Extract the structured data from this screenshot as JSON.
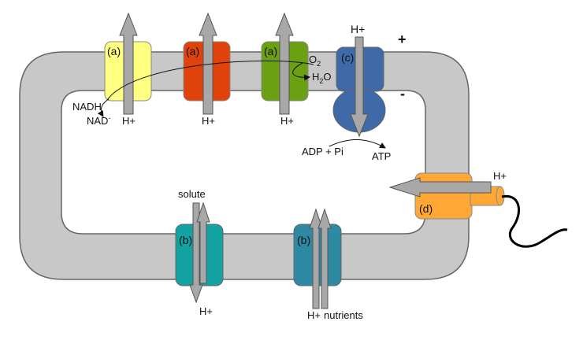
{
  "proteins": {
    "a1": {
      "tag": "(a)",
      "color": "#ffff80",
      "ion": "H+"
    },
    "a2": {
      "tag": "(a)",
      "color": "#e0420c",
      "ion": "H+"
    },
    "a3": {
      "tag": "(a)",
      "color": "#6aa012",
      "ion": "H+"
    },
    "c": {
      "tag": "(c)",
      "color": "#3f6aa8",
      "ion": "H+"
    },
    "d": {
      "tag": "(d)",
      "color": "#ffa836",
      "ion": "H+"
    },
    "b1": {
      "tag": "(b)",
      "color": "#13a3a3",
      "ion": "H+",
      "cargo": "solute"
    },
    "b2": {
      "tag": "(b)",
      "color": "#2e8aa3",
      "ion": "H+",
      "cargo": "nutrients"
    }
  },
  "labels": {
    "nadh": "NADH",
    "nad": "NAD",
    "nad_sup": "-",
    "o2_base": "O",
    "o2_sub": "2",
    "h2o_pre": "H",
    "h2o_sub": "2",
    "h2o_post": "O",
    "adp_pi": "ADP + Pi",
    "atp": "ATP",
    "plus_sign": "+",
    "minus_sign": "-"
  },
  "colors": {
    "membrane": "#c8c8c8",
    "arrow_fill": "#a8a8a8"
  }
}
